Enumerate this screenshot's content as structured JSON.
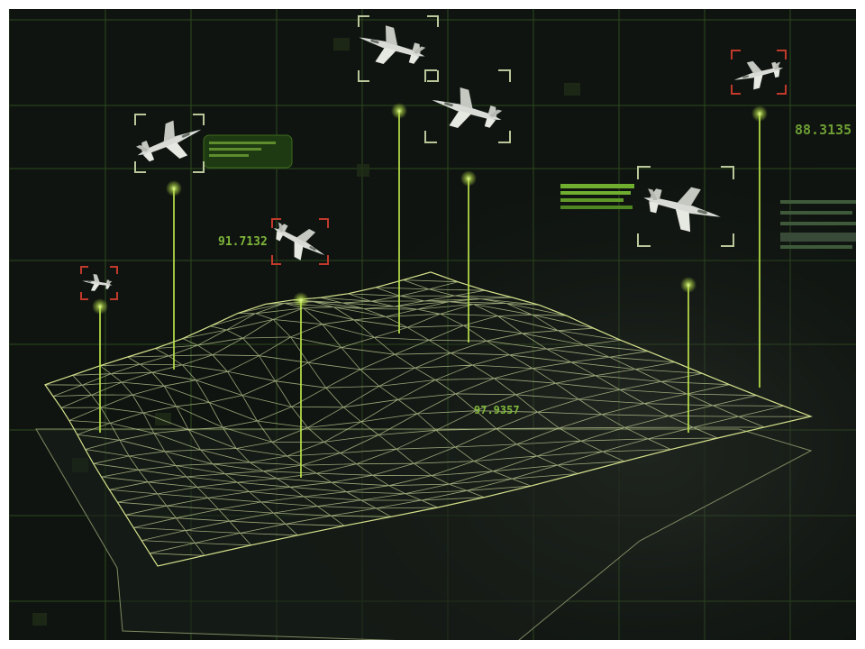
{
  "hud": {
    "readouts": {
      "left": "91.7132",
      "right": "88.3135",
      "terrain": "97.9357"
    },
    "colors": {
      "background": "#0f1410",
      "grid": "#2e4a1e",
      "terrain_line": "#c9d59a",
      "tracer": "#b8e04a",
      "reticle_friendly": "#b9c79a",
      "reticle_hostile": "#c0392b",
      "aircraft": "#d9dcd6"
    },
    "targets": [
      {
        "id": "t1",
        "status": "tracked"
      },
      {
        "id": "t2",
        "status": "tracked"
      },
      {
        "id": "t3",
        "status": "tracked"
      },
      {
        "id": "t4",
        "status": "hostile"
      },
      {
        "id": "t5",
        "status": "hostile"
      },
      {
        "id": "t6",
        "status": "tracked"
      },
      {
        "id": "t7",
        "status": "hostile"
      }
    ]
  }
}
